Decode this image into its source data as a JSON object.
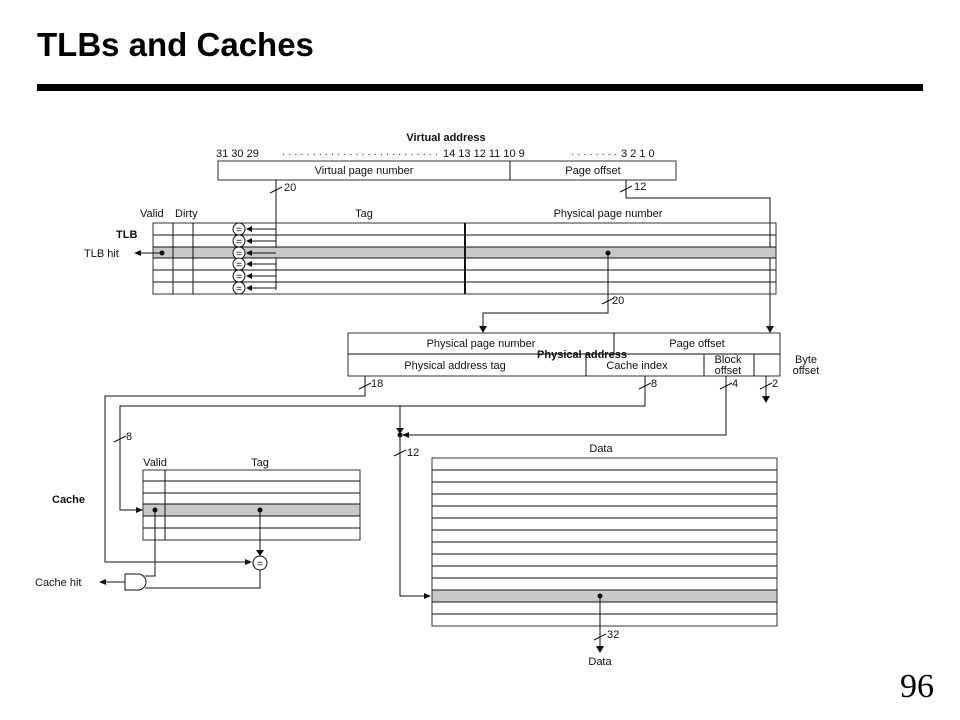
{
  "slide": {
    "title": "TLBs and Caches",
    "page_number": "96"
  },
  "virtual_address": {
    "heading": "Virtual address",
    "bits_high": "31  30  29",
    "dots_mid": "· · · · · · · · · · · · · · · · · · · · · · · · · ·",
    "bits_mid": "14  13  12  11  10  9",
    "dots_low": "· · · · · · · ·",
    "bits_low": "3   2   1   0",
    "vpn_label": "Virtual page number",
    "offset_label": "Page offset",
    "vpn_width": "20",
    "offset_width": "12"
  },
  "tlb": {
    "label": "TLB",
    "col_valid": "Valid",
    "col_dirty": "Dirty",
    "col_tag": "Tag",
    "col_ppn": "Physical page number",
    "hit_label": "TLB hit",
    "compare_symbol": "=",
    "ppn_width": "20"
  },
  "physical_address": {
    "heading": "Physical address",
    "ppn_label": "Physical page number",
    "offset_label": "Page offset",
    "tag_label": "Physical address tag",
    "index_label": "Cache index",
    "block_offset_line1": "Block",
    "block_offset_line2": "offset",
    "byte_offset_line1": "Byte",
    "byte_offset_line2": "offset",
    "tag_width": "18",
    "index_width": "8",
    "block_width": "4",
    "byte_width": "2"
  },
  "cache": {
    "label": "Cache",
    "col_valid": "Valid",
    "col_tag": "Tag",
    "col_data": "Data",
    "hit_label": "Cache hit",
    "compare_symbol": "=",
    "index_width_left": "8",
    "index_width_data": "12",
    "data_width": "32",
    "data_out_label": "Data"
  }
}
